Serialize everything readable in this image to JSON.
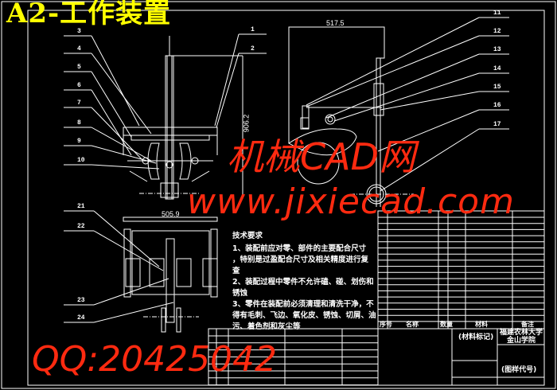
{
  "title": "A2-工作装置",
  "dimensions": {
    "front_height": "906.2",
    "side_width": "517.5",
    "top_width": "505.9"
  },
  "callouts_left": [
    "3",
    "4",
    "5",
    "6",
    "7",
    "8",
    "9",
    "10"
  ],
  "callouts_right_front": [
    "1",
    "2"
  ],
  "callouts_side": [
    "11",
    "12",
    "13",
    "14",
    "15",
    "16",
    "17"
  ],
  "callouts_top": [
    "21",
    "22",
    "23",
    "24"
  ],
  "technical_requirements": {
    "heading": "技术要求",
    "lines": [
      "1、装配前应对零、部件的主要配合尺寸",
      "，特别是过盈配合尺寸及相关精度进行复",
      "查",
      "2、装配过程中零件不允许磕、碰、划伤和",
      "锈蚀",
      "3、零件在装配前必须清理和清洗干净，不",
      "得有毛刺、飞边、氧化皮、锈蚀、切屑、油",
      "污、着色剂和灰尘等"
    ]
  },
  "parts_table": {
    "headers": [
      "序号",
      "名称",
      "数量",
      "材料",
      "备注"
    ]
  },
  "title_block": {
    "material_mark": "(材料标记)",
    "school_line1": "福建农林大学",
    "school_line2": "金山学院",
    "drawing_code": "(图样代号)"
  },
  "watermarks": {
    "site_cn": "机械CAD网",
    "url": "www.jixiecad.com",
    "qq": "QQ:20425042"
  },
  "colors": {
    "background": "#000000",
    "lines": "#ffffff",
    "title": "#ffff00",
    "watermark": "#ff2a10"
  }
}
